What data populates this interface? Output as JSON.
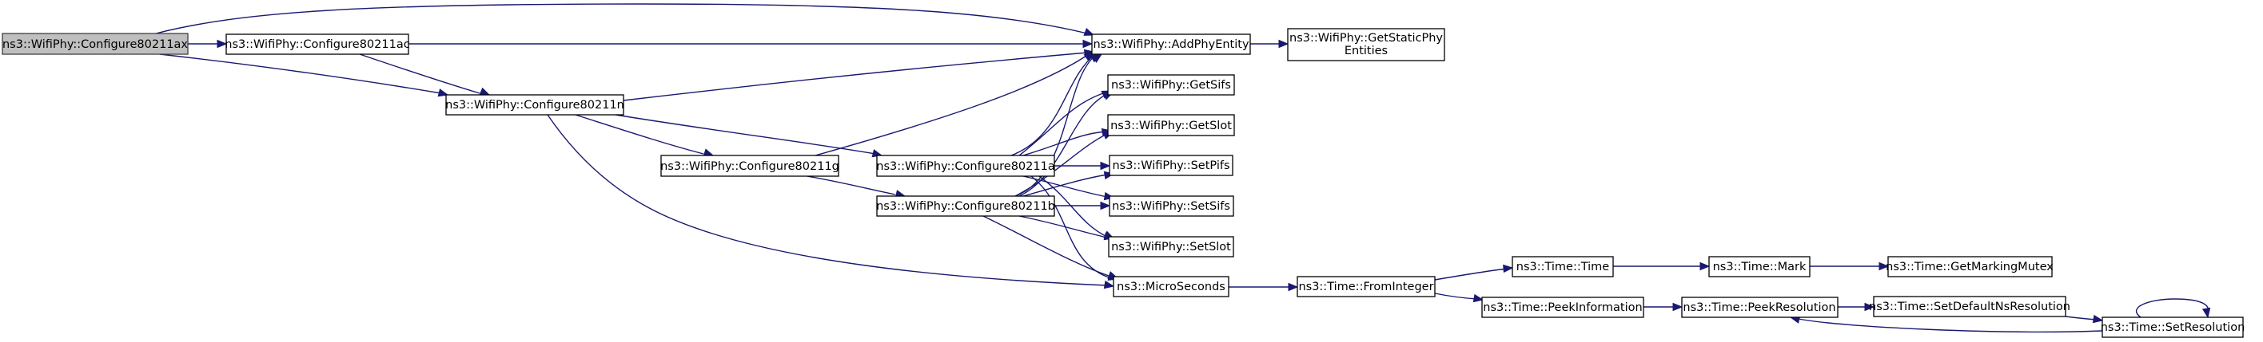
{
  "diagram": {
    "type": "call-graph",
    "edge_color": "#191970",
    "root_fill": "#bfbfbf",
    "nodes": [
      {
        "id": "configure80211ax",
        "label": "ns3::WifiPhy::Configure80211ax",
        "root": true
      },
      {
        "id": "configure80211ac",
        "label": "ns3::WifiPhy::Configure80211ac"
      },
      {
        "id": "configure80211n",
        "label": "ns3::WifiPhy::Configure80211n"
      },
      {
        "id": "configure80211g",
        "label": "ns3::WifiPhy::Configure80211g"
      },
      {
        "id": "configure80211a",
        "label": "ns3::WifiPhy::Configure80211a"
      },
      {
        "id": "configure80211b",
        "label": "ns3::WifiPhy::Configure80211b"
      },
      {
        "id": "addphyentity",
        "label": "ns3::WifiPhy::AddPhyEntity"
      },
      {
        "id": "getstaticphyentities",
        "label": "ns3::WifiPhy::GetStaticPhy",
        "label2": "Entities"
      },
      {
        "id": "getsifs",
        "label": "ns3::WifiPhy::GetSifs"
      },
      {
        "id": "getslot",
        "label": "ns3::WifiPhy::GetSlot"
      },
      {
        "id": "setpifs",
        "label": "ns3::WifiPhy::SetPifs"
      },
      {
        "id": "setsifs",
        "label": "ns3::WifiPhy::SetSifs"
      },
      {
        "id": "setslot",
        "label": "ns3::WifiPhy::SetSlot"
      },
      {
        "id": "microseconds",
        "label": "ns3::MicroSeconds"
      },
      {
        "id": "frominteger",
        "label": "ns3::Time::FromInteger"
      },
      {
        "id": "timetime",
        "label": "ns3::Time::Time"
      },
      {
        "id": "peekinformation",
        "label": "ns3::Time::PeekInformation"
      },
      {
        "id": "mark",
        "label": "ns3::Time::Mark"
      },
      {
        "id": "peekresolution",
        "label": "ns3::Time::PeekResolution"
      },
      {
        "id": "getmarkingmutex",
        "label": "ns3::Time::GetMarkingMutex"
      },
      {
        "id": "setdefaultnsresolution",
        "label": "ns3::Time::SetDefaultNsResolution"
      },
      {
        "id": "setresolution",
        "label": "ns3::Time::SetResolution"
      }
    ],
    "edges": [
      [
        "configure80211ax",
        "addphyentity"
      ],
      [
        "configure80211ax",
        "configure80211ac"
      ],
      [
        "configure80211ax",
        "configure80211n"
      ],
      [
        "configure80211ac",
        "addphyentity"
      ],
      [
        "configure80211ac",
        "configure80211n"
      ],
      [
        "configure80211n",
        "addphyentity"
      ],
      [
        "configure80211n",
        "configure80211a"
      ],
      [
        "configure80211n",
        "configure80211g"
      ],
      [
        "configure80211n",
        "microseconds"
      ],
      [
        "configure80211g",
        "addphyentity"
      ],
      [
        "configure80211g",
        "configure80211b"
      ],
      [
        "configure80211a",
        "addphyentity"
      ],
      [
        "configure80211a",
        "getsifs"
      ],
      [
        "configure80211a",
        "getslot"
      ],
      [
        "configure80211a",
        "setpifs"
      ],
      [
        "configure80211a",
        "setsifs"
      ],
      [
        "configure80211a",
        "setslot"
      ],
      [
        "configure80211a",
        "microseconds"
      ],
      [
        "configure80211b",
        "addphyentity"
      ],
      [
        "configure80211b",
        "getsifs"
      ],
      [
        "configure80211b",
        "getslot"
      ],
      [
        "configure80211b",
        "setpifs"
      ],
      [
        "configure80211b",
        "setsifs"
      ],
      [
        "configure80211b",
        "setslot"
      ],
      [
        "configure80211b",
        "microseconds"
      ],
      [
        "addphyentity",
        "getstaticphyentities"
      ],
      [
        "microseconds",
        "frominteger"
      ],
      [
        "frominteger",
        "timetime"
      ],
      [
        "frominteger",
        "peekinformation"
      ],
      [
        "timetime",
        "mark"
      ],
      [
        "mark",
        "getmarkingmutex"
      ],
      [
        "peekinformation",
        "peekresolution"
      ],
      [
        "peekresolution",
        "setdefaultnsresolution"
      ],
      [
        "setdefaultnsresolution",
        "setresolution"
      ],
      [
        "setresolution",
        "peekresolution"
      ],
      [
        "setresolution",
        "setresolution"
      ]
    ]
  }
}
